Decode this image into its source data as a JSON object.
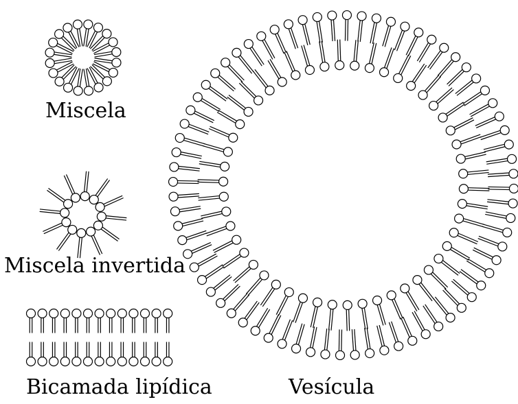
{
  "labels": {
    "micelle": "Miscela",
    "inverted_micelle": "Miscela invertida",
    "bilayer": "Bicamada lipídica",
    "vesicle": "Vesícula"
  },
  "structures": {
    "micelle": {
      "lipid_count": 20
    },
    "inverted_micelle": {
      "lipid_count": 12
    },
    "bilayer": {
      "lipids_per_leaflet": 13
    },
    "vesicle": {
      "outer_leaflet_lipids": 72,
      "inner_leaflet_lipids": 50
    }
  },
  "colors": {
    "stroke": "#000000",
    "fill": "#ffffff"
  }
}
